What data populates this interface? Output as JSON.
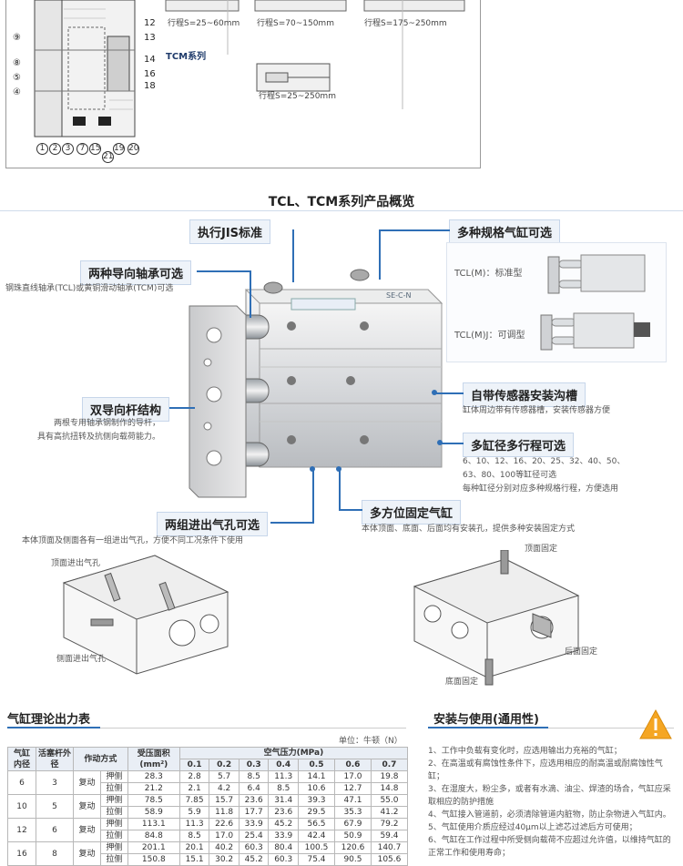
{
  "top_diagram": {
    "left_numbers": [
      "⑨",
      "⑧",
      "⑤",
      "④"
    ],
    "right_numbers": [
      "12",
      "13",
      "14",
      "16",
      "18"
    ],
    "bottom_numbers": [
      "1",
      "2",
      "3",
      "7",
      "15",
      "19",
      "20",
      "21"
    ],
    "strokes": [
      "行程S=25~60mm",
      "行程S=70~150mm",
      "行程S=175~250mm",
      "行程S=25~250mm"
    ],
    "series_label": "TCM系列"
  },
  "overview": {
    "title": "TCL、TCM系列产品概览",
    "jis": "执行JIS标准",
    "multi_spec": "多种规格气缸可选",
    "guide_title": "两种导向轴承可选",
    "guide_note": "钢珠直线轴承(TCL)或黄铜滑动轴承(TCM)可选",
    "rod_title": "双导向杆结构",
    "rod_note_1": "两根专用轴承钢制作的导杆，",
    "rod_note_2": "具有高抗扭转及抗侧向载荷能力。",
    "sensor_title": "自带传感器安装沟槽",
    "sensor_note": "缸体周边带有传感器槽，安装传感器方便",
    "bore_title": "多缸径多行程可选",
    "bore_note_1": "6、10、12、16、20、25、32、40、50、",
    "bore_note_2": "63、80、100等缸径可选",
    "bore_note_3": "每种缸径分别对应多种规格行程，方便选用",
    "mount_title": "多方位固定气缸",
    "mount_note": "本体顶面、底面、后面均有安装孔，提供多种安装固定方式",
    "port_title": "两组进出气孔可选",
    "port_note": "本体顶面及侧面各有一组进出气孔，方便不同工况条件下使用",
    "tcl_m": "TCL(M)：标准型",
    "tcl_mj": "TCL(M)J：可调型",
    "top_port": "顶面进出气孔",
    "side_port": "侧面进出气孔",
    "top_fix": "顶面固定",
    "rear_fix": "后面固定",
    "bottom_fix": "底面固定",
    "cyl_label": "SE-C-N"
  },
  "force_table": {
    "title": "气缸理论出力表",
    "unit": "单位：牛顿（N）",
    "headers": {
      "bore": "气缸内径",
      "rod": "活塞杆外径",
      "mode": "作动方式",
      "area": "受压面积(mm²)",
      "pressure": "空气压力(MPa)"
    },
    "pressures": [
      "0.1",
      "0.2",
      "0.3",
      "0.4",
      "0.5",
      "0.6",
      "0.7"
    ],
    "rows": [
      {
        "bore": "6",
        "rod": "3",
        "mode": "复动",
        "dir": "押侧",
        "area": "28.3",
        "vals": [
          "2.8",
          "5.7",
          "8.5",
          "11.3",
          "14.1",
          "17.0",
          "19.8"
        ]
      },
      {
        "bore": "",
        "rod": "",
        "mode": "",
        "dir": "拉侧",
        "area": "21.2",
        "vals": [
          "2.1",
          "4.2",
          "6.4",
          "8.5",
          "10.6",
          "12.7",
          "14.8"
        ]
      },
      {
        "bore": "10",
        "rod": "5",
        "mode": "复动",
        "dir": "押侧",
        "area": "78.5",
        "vals": [
          "7.85",
          "15.7",
          "23.6",
          "31.4",
          "39.3",
          "47.1",
          "55.0"
        ]
      },
      {
        "bore": "",
        "rod": "",
        "mode": "",
        "dir": "拉侧",
        "area": "58.9",
        "vals": [
          "5.9",
          "11.8",
          "17.7",
          "23.6",
          "29.5",
          "35.3",
          "41.2"
        ]
      },
      {
        "bore": "12",
        "rod": "6",
        "mode": "复动",
        "dir": "押侧",
        "area": "113.1",
        "vals": [
          "11.3",
          "22.6",
          "33.9",
          "45.2",
          "56.5",
          "67.9",
          "79.2"
        ]
      },
      {
        "bore": "",
        "rod": "",
        "mode": "",
        "dir": "拉侧",
        "area": "84.8",
        "vals": [
          "8.5",
          "17.0",
          "25.4",
          "33.9",
          "42.4",
          "50.9",
          "59.4"
        ]
      },
      {
        "bore": "16",
        "rod": "8",
        "mode": "复动",
        "dir": "押侧",
        "area": "201.1",
        "vals": [
          "20.1",
          "40.2",
          "60.3",
          "80.4",
          "100.5",
          "120.6",
          "140.7"
        ]
      },
      {
        "bore": "",
        "rod": "",
        "mode": "",
        "dir": "拉侧",
        "area": "150.8",
        "vals": [
          "15.1",
          "30.2",
          "45.2",
          "60.3",
          "75.4",
          "90.5",
          "105.6"
        ]
      }
    ]
  },
  "usage": {
    "title": "安装与使用(通用性)",
    "items": [
      "1、工作中负载有变化时，应选用输出力充裕的气缸；",
      "2、在高温或有腐蚀性条件下，应选用相应的耐高温或耐腐蚀性气缸；",
      "3、在湿度大，粉尘多，或者有水滴、油尘、焊渣的场合，气缸应采取相应的防护措施",
      "4、气缸接入管道前，必须清除管道内脏物，防止杂物进入气缸内。",
      "5、气缸使用介质应经过40μm以上滤芯过滤后方可使用；",
      "6、气缸在工作过程中所受侧向载荷不应超过允许值，以维持气缸的正常工作和使用寿命；"
    ]
  }
}
